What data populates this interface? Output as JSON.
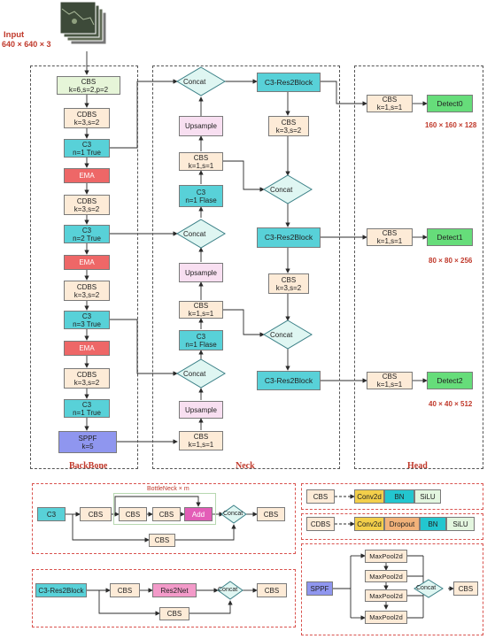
{
  "input": {
    "label": "Input",
    "size": "640 × 640 × 3"
  },
  "sections": {
    "backbone": "BackBone",
    "neck": "Neck",
    "head": "Head"
  },
  "backbone": {
    "cbs": [
      "CBS",
      "k=6,s=2,p=2"
    ],
    "cdbs1": [
      "CDBS",
      "k=3,s=2"
    ],
    "c3_1": [
      "C3",
      "n=1 True"
    ],
    "ema1": "EMA",
    "cdbs2": [
      "CDBS",
      "k=3,s=2"
    ],
    "c3_2": [
      "C3",
      "n=2 True"
    ],
    "ema2": "EMA",
    "cdbs3": [
      "CDBS",
      "k=3,s=2"
    ],
    "c3_3": [
      "C3",
      "n=3 True"
    ],
    "ema3": "EMA",
    "cdbs4": [
      "CDBS",
      "k=3,s=2"
    ],
    "c3_4": [
      "C3",
      "n=1 True"
    ],
    "sppf": [
      "SPPF",
      "k=5"
    ]
  },
  "neck": {
    "concat": "Concat",
    "upsample": "Upsample",
    "cbs_k1": [
      "CBS",
      "k=1,s=1"
    ],
    "cbs_k3": [
      "CBS",
      "k=3,s=2"
    ],
    "c3_false1": [
      "C3",
      "n=1 Flase"
    ],
    "c3_false2": [
      "C3",
      "n=1 Flase"
    ],
    "res2block": "C3-Res2Block"
  },
  "head": {
    "cbs": [
      "CBS",
      "k=1,s=1"
    ],
    "detect0": "Detect0",
    "detect1": "Detect1",
    "detect2": "Detect2",
    "size0": "160 × 160 × 128",
    "size1": "80 × 80 × 256",
    "size2": "40 × 40 × 512"
  },
  "legend": {
    "c3": {
      "input": "C3",
      "bottleneck": "BottleNeck × m",
      "cbs": "CBS",
      "add": "Add",
      "concat": "Concat"
    },
    "cbs": {
      "label": "CBS",
      "parts": [
        "Conv2d",
        "BN",
        "SiLU"
      ]
    },
    "cdbs": {
      "label": "CDBS",
      "parts": [
        "Conv2d",
        "Dropout",
        "BN",
        "SiLU"
      ]
    },
    "res2": {
      "input": "C3-Res2Block",
      "cbs": "CBS",
      "res2net": "Res2Net",
      "concat": "Concat"
    },
    "sppf": {
      "input": "SPPF",
      "maxpool": "MaxPool2d",
      "concat": "Concat",
      "cbs": "CBS"
    }
  },
  "colors": {
    "cbs": "#fdebd7",
    "c3": "#58d1d8",
    "ema": "#ee6767",
    "upsample": "#f8dff1",
    "sppf": "#8f96ef",
    "detect": "#66dd7a",
    "conv2d": "#f3cf4a",
    "bn": "#23c6cf",
    "silu": "#e3f6df",
    "dropout": "#f2b27a",
    "add": "#e35db7",
    "res2net": "#f39ac9",
    "concat": "#dff6f2",
    "dashed_red": "#d9534f"
  }
}
